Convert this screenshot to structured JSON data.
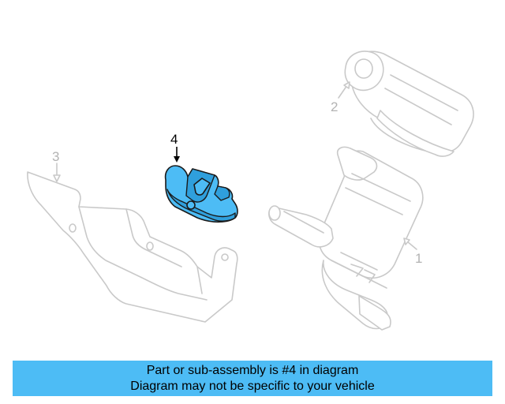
{
  "diagram": {
    "callouts": {
      "part_1": "1",
      "part_2": "2",
      "part_3": "3",
      "part_4": "4"
    },
    "highlight_color": "#4dbcf5",
    "ghost_color": "#c9c9c9",
    "highlighted_part": "4"
  },
  "banner": {
    "line1": "Part or sub-assembly is #4 in diagram",
    "line2": "Diagram may not be specific to your vehicle",
    "background": "#4dbcf5"
  }
}
